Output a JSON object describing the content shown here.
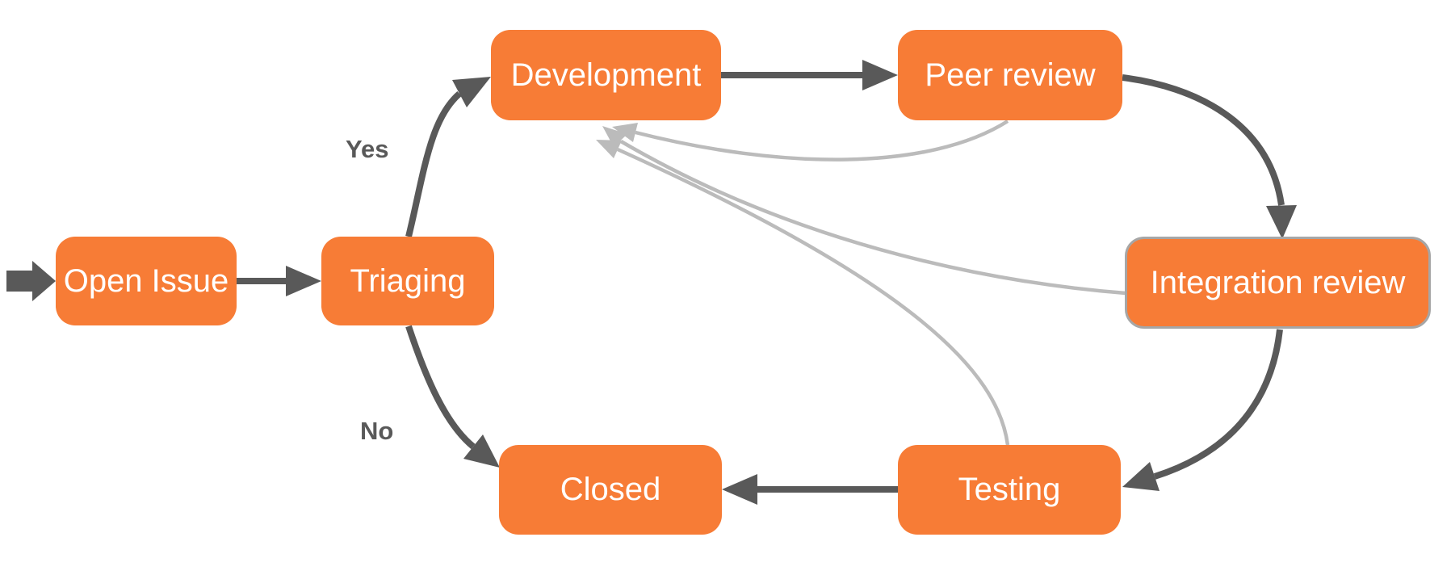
{
  "diagram": {
    "type": "flowchart",
    "background": "#FFFFFF",
    "branch_labels": {
      "yes": "Yes",
      "no": "No"
    },
    "nodes": {
      "open_issue": {
        "label": "Open Issue"
      },
      "triaging": {
        "label": "Triaging"
      },
      "development": {
        "label": "Development"
      },
      "peer_review": {
        "label": "Peer review"
      },
      "integration_review": {
        "label": "Integration review",
        "selected": true
      },
      "testing": {
        "label": "Testing"
      },
      "closed": {
        "label": "Closed"
      }
    },
    "edges": [
      {
        "from": "start",
        "to": "open_issue",
        "style": "solid-dark"
      },
      {
        "from": "open_issue",
        "to": "triaging",
        "style": "solid-dark"
      },
      {
        "from": "triaging",
        "to": "development",
        "style": "solid-dark",
        "label": "Yes"
      },
      {
        "from": "triaging",
        "to": "closed",
        "style": "solid-dark",
        "label": "No"
      },
      {
        "from": "development",
        "to": "peer_review",
        "style": "solid-dark"
      },
      {
        "from": "peer_review",
        "to": "integration_review",
        "style": "solid-dark"
      },
      {
        "from": "integration_review",
        "to": "testing",
        "style": "solid-dark"
      },
      {
        "from": "testing",
        "to": "closed",
        "style": "solid-dark"
      },
      {
        "from": "peer_review",
        "to": "development",
        "style": "feedback-light"
      },
      {
        "from": "integration_review",
        "to": "development",
        "style": "feedback-light"
      },
      {
        "from": "testing",
        "to": "development",
        "style": "feedback-light"
      }
    ],
    "colors": {
      "node_fill": "#F77C36",
      "node_text": "#FFFFFF",
      "arrow_dark": "#595959",
      "arrow_light": "#BBBBBB",
      "selected_border": "#A6A6A6",
      "branch_label_text": "#595959"
    }
  }
}
